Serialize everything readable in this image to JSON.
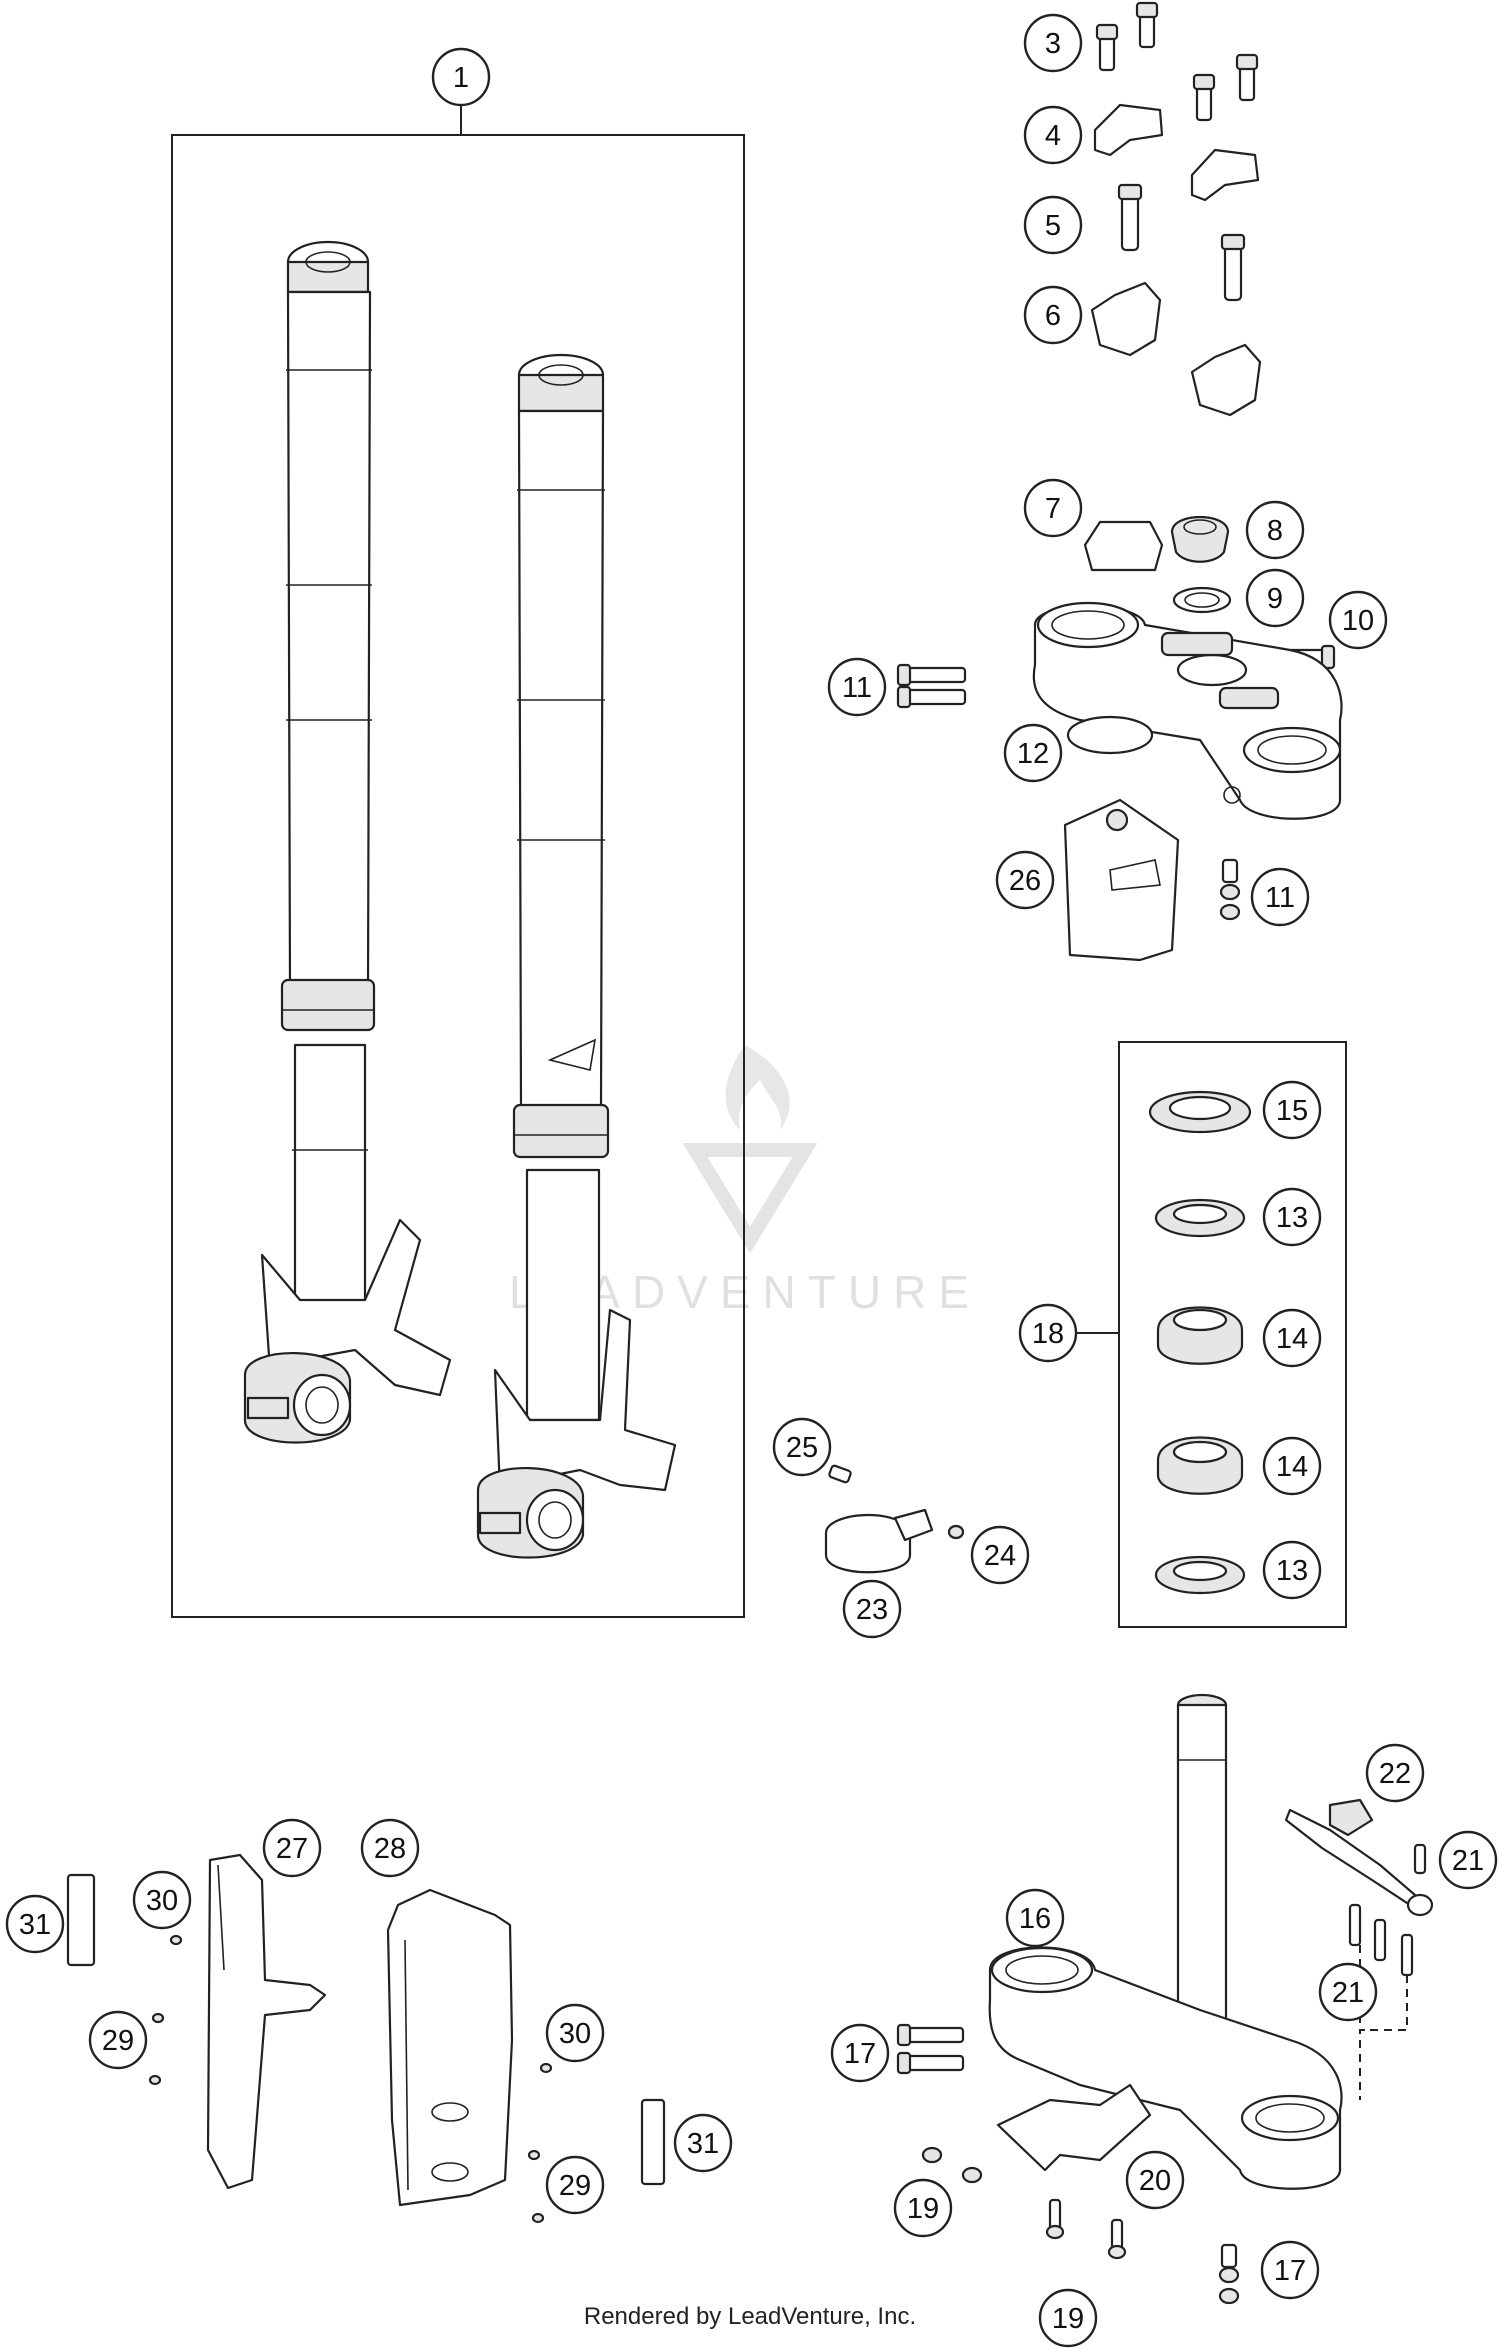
{
  "watermark": {
    "text": "LEADVENTURE"
  },
  "footer": {
    "text": "Rendered by LeadVenture, Inc."
  },
  "callouts": [
    {
      "id": "c1",
      "label": "1"
    },
    {
      "id": "c3",
      "label": "3"
    },
    {
      "id": "c4",
      "label": "4"
    },
    {
      "id": "c5",
      "label": "5"
    },
    {
      "id": "c6",
      "label": "6"
    },
    {
      "id": "c7",
      "label": "7"
    },
    {
      "id": "c8",
      "label": "8"
    },
    {
      "id": "c9",
      "label": "9"
    },
    {
      "id": "c10",
      "label": "10"
    },
    {
      "id": "c11a",
      "label": "11"
    },
    {
      "id": "c12",
      "label": "12"
    },
    {
      "id": "c26",
      "label": "26"
    },
    {
      "id": "c11b",
      "label": "11"
    },
    {
      "id": "c15",
      "label": "15"
    },
    {
      "id": "c13a",
      "label": "13"
    },
    {
      "id": "c18",
      "label": "18"
    },
    {
      "id": "c14a",
      "label": "14"
    },
    {
      "id": "c14b",
      "label": "14"
    },
    {
      "id": "c13b",
      "label": "13"
    },
    {
      "id": "c25",
      "label": "25"
    },
    {
      "id": "c24",
      "label": "24"
    },
    {
      "id": "c23",
      "label": "23"
    },
    {
      "id": "c22",
      "label": "22"
    },
    {
      "id": "c21a",
      "label": "21"
    },
    {
      "id": "c21b",
      "label": "21"
    },
    {
      "id": "c16",
      "label": "16"
    },
    {
      "id": "c17a",
      "label": "17"
    },
    {
      "id": "c20",
      "label": "20"
    },
    {
      "id": "c19a",
      "label": "19"
    },
    {
      "id": "c17b",
      "label": "17"
    },
    {
      "id": "c19b",
      "label": "19"
    },
    {
      "id": "c27",
      "label": "27"
    },
    {
      "id": "c28",
      "label": "28"
    },
    {
      "id": "c30a",
      "label": "30"
    },
    {
      "id": "c31a",
      "label": "31"
    },
    {
      "id": "c29a",
      "label": "29"
    },
    {
      "id": "c30b",
      "label": "30"
    },
    {
      "id": "c29b",
      "label": "29"
    },
    {
      "id": "c31b",
      "label": "31"
    }
  ]
}
